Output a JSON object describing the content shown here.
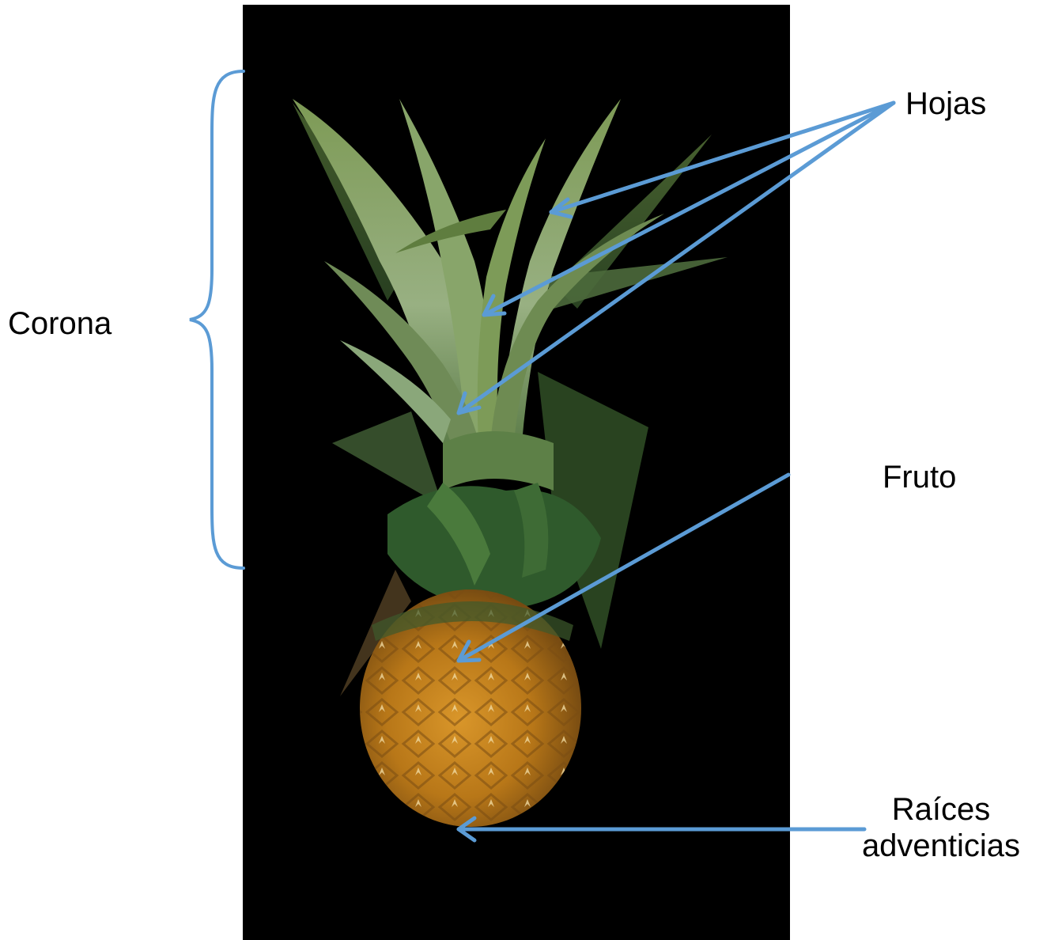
{
  "labels": {
    "corona": "Corona",
    "hojas": "Hojas",
    "fruto": "Fruto",
    "raices_line1": "Raíces",
    "raices_line2": "adventicias"
  },
  "colors": {
    "arrow": "#5B9BD5",
    "background": "#000000",
    "label_text": "#000000"
  }
}
